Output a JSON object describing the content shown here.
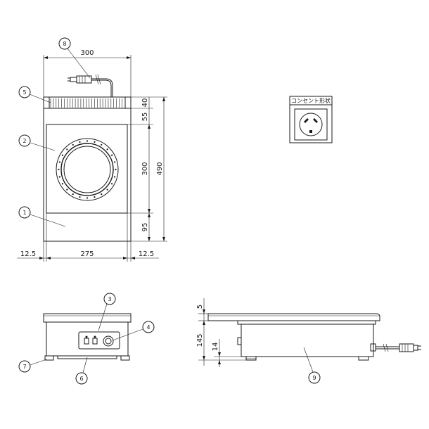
{
  "top_view": {
    "dims": {
      "width_total": "300",
      "height_total": "490",
      "seg_40": "40",
      "seg_55": "55",
      "seg_300": "300",
      "seg_95": "95",
      "left_margin": "12.5",
      "inner_width": "275",
      "right_margin": "12.5"
    }
  },
  "callouts": {
    "c1": "1",
    "c2": "2",
    "c3": "3",
    "c4": "4",
    "c5": "5",
    "c6": "6",
    "c7": "7",
    "c8": "8",
    "c9": "9"
  },
  "outlet": {
    "title": "コンセント形状"
  },
  "side_view": {
    "dims": {
      "top_gap": "5",
      "height": "145",
      "foot": "14"
    }
  }
}
